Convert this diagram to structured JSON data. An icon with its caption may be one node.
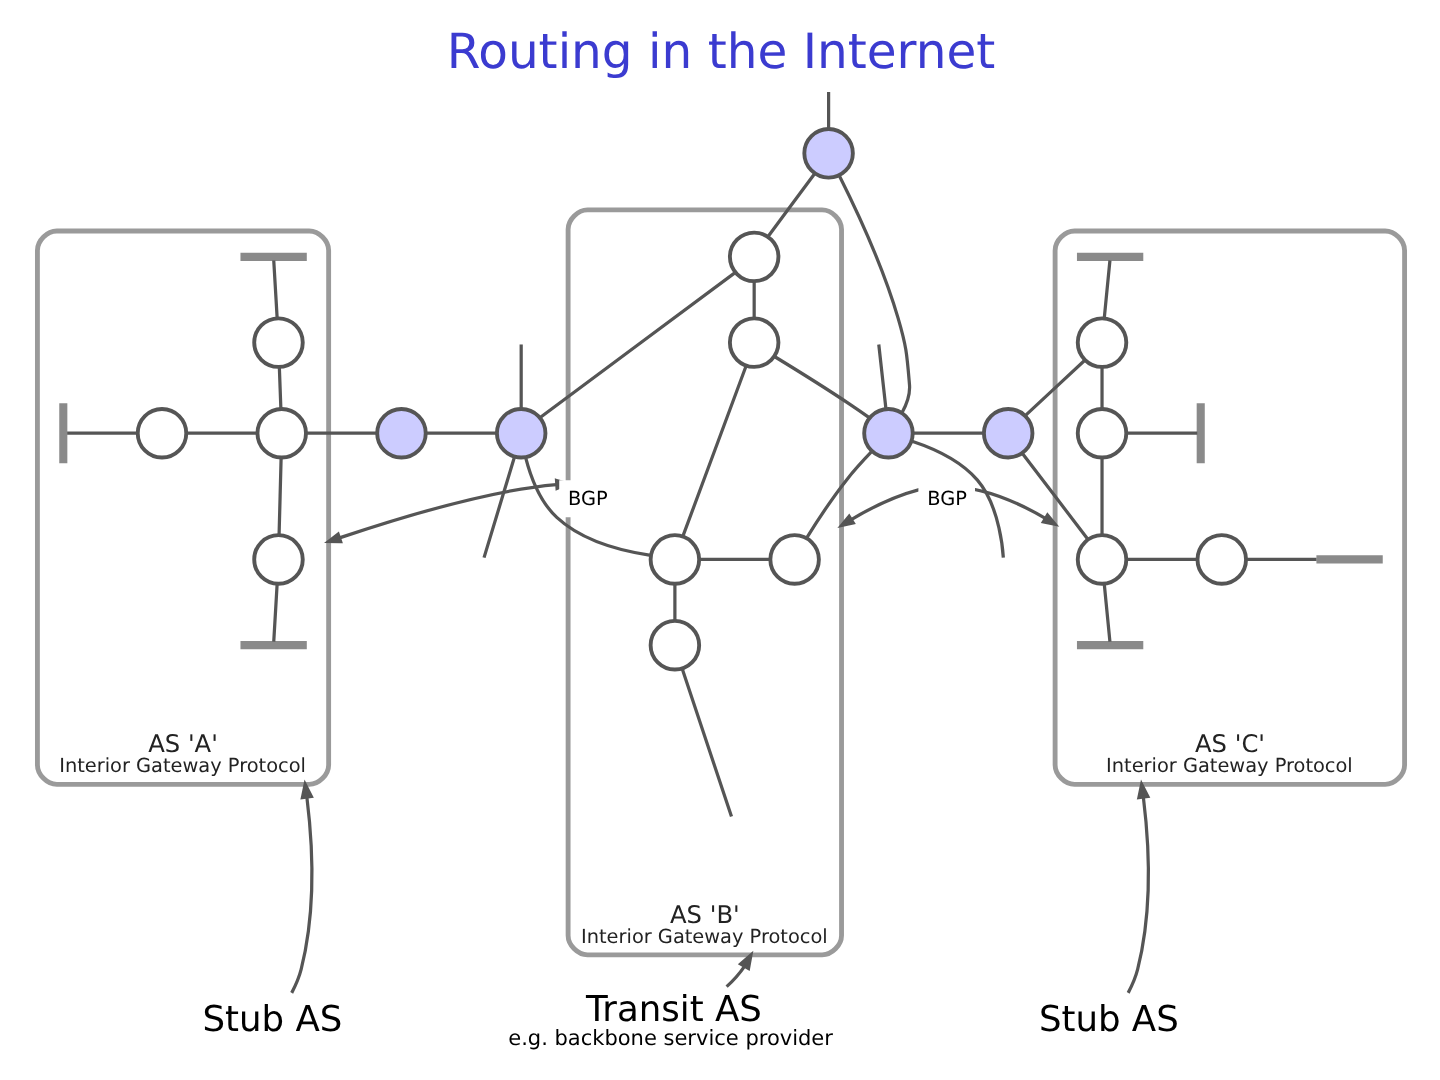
{
  "diagram": {
    "title": "Routing in the Internet",
    "nodes": [
      {
        "text": [
          "AS 'A'",
          "Interior Gateway Protocol"
        ]
      },
      {
        "text": [],
        "shape": "bar",
        "in": 0
      },
      {
        "text": [],
        "shape": "circle",
        "in": 0
      },
      {
        "text": [],
        "shape": "bar",
        "in": 0
      },
      {
        "text": [],
        "shape": "circle",
        "in": 0
      },
      {
        "text": [],
        "shape": "circle",
        "in": 0
      },
      {
        "text": [],
        "shape": "circle",
        "in": 0
      },
      {
        "text": [],
        "shape": "bar",
        "in": 0
      },
      {
        "text": [],
        "shape": "circle"
      },
      {
        "text": [
          "AS 'B'",
          "Interior Gateway Protocol"
        ]
      },
      {
        "text": [],
        "shape": "circle"
      },
      {
        "text": [],
        "shape": "circle",
        "in": 9
      },
      {
        "text": [],
        "shape": "circle",
        "in": 9
      },
      {
        "text": [],
        "shape": "circle"
      },
      {
        "text": [],
        "shape": "circle"
      },
      {
        "text": [],
        "shape": "circle",
        "in": 9
      },
      {
        "text": [],
        "shape": "circle",
        "in": 9
      },
      {
        "text": [],
        "shape": "circle",
        "in": 9
      },
      {
        "text": [
          "AS 'C'",
          "Interior Gateway Protocol"
        ]
      },
      {
        "text": [],
        "shape": "bar",
        "in": 18
      },
      {
        "text": [],
        "shape": "circle",
        "in": 18
      },
      {
        "text": [],
        "shape": "circle"
      },
      {
        "text": [],
        "shape": "circle",
        "in": 18
      },
      {
        "text": [],
        "shape": "bar",
        "in": 18
      },
      {
        "text": [],
        "shape": "circle",
        "in": 18
      },
      {
        "text": [],
        "shape": "circle",
        "in": 18
      },
      {
        "text": [],
        "shape": "bar",
        "in": 18
      },
      {
        "text": [],
        "shape": "bar",
        "in": 18
      },
      {
        "text": [
          "Stub AS"
        ]
      },
      {
        "text": [
          "Transit AS",
          "e.g. backbone service provider"
        ]
      },
      {
        "text": [
          "Stub AS"
        ]
      }
    ],
    "edges": [
      {
        "from": 1,
        "to": 2,
        "arrow": "none"
      },
      {
        "from": 2,
        "to": 5,
        "arrow": "none"
      },
      {
        "from": 3,
        "to": 4,
        "arrow": "none"
      },
      {
        "from": 4,
        "to": 5,
        "arrow": "none"
      },
      {
        "from": 5,
        "to": 6,
        "arrow": "none"
      },
      {
        "from": 6,
        "to": 7,
        "arrow": "none"
      },
      {
        "from": 5,
        "to": 8,
        "arrow": "none"
      },
      {
        "from": 8,
        "to": 13,
        "arrow": "none"
      },
      {
        "from": null,
        "to": 10,
        "arrow": "none"
      },
      {
        "from": 10,
        "to": 11,
        "arrow": "none"
      },
      {
        "from": 10,
        "to": 14,
        "arrow": "none"
      },
      {
        "from": 11,
        "to": 12,
        "arrow": "none"
      },
      {
        "from": 11,
        "to": 13,
        "arrow": "none"
      },
      {
        "from": 12,
        "to": 14,
        "arrow": "none"
      },
      {
        "from": 12,
        "to": 16,
        "arrow": "none"
      },
      {
        "from": 13,
        "to": 16,
        "arrow": "none"
      },
      {
        "from": 16,
        "to": 15,
        "arrow": "none"
      },
      {
        "from": 14,
        "to": 15,
        "arrow": "none"
      },
      {
        "from": 16,
        "to": 17,
        "arrow": "none"
      },
      {
        "from": 17,
        "to": null,
        "arrow": "none"
      },
      {
        "from": null,
        "to": 13,
        "arrow": "none"
      },
      {
        "from": 13,
        "to": null,
        "arrow": "none"
      },
      {
        "from": null,
        "to": 14,
        "arrow": "none"
      },
      {
        "from": 14,
        "to": null,
        "arrow": "none"
      },
      {
        "from": 14,
        "to": 21,
        "arrow": "none"
      },
      {
        "from": 19,
        "to": 20,
        "arrow": "none"
      },
      {
        "from": 20,
        "to": 21,
        "arrow": "none"
      },
      {
        "from": 20,
        "to": 22,
        "arrow": "none"
      },
      {
        "from": 22,
        "to": 23,
        "arrow": "none"
      },
      {
        "from": 21,
        "to": 24,
        "arrow": "none"
      },
      {
        "from": 22,
        "to": 24,
        "arrow": "none"
      },
      {
        "from": 24,
        "to": 25,
        "arrow": "none"
      },
      {
        "from": 25,
        "to": 26,
        "arrow": "none"
      },
      {
        "from": 24,
        "to": 27,
        "arrow": "none"
      },
      {
        "from": 0,
        "to": 9,
        "arrow": "both",
        "label": "BGP"
      },
      {
        "from": 9,
        "to": 18,
        "arrow": "both",
        "label": "BGP"
      },
      {
        "from": 28,
        "to": 0,
        "arrow": "to"
      },
      {
        "from": 29,
        "to": 9,
        "arrow": "to"
      },
      {
        "from": 30,
        "to": 18,
        "arrow": "to"
      }
    ]
  }
}
